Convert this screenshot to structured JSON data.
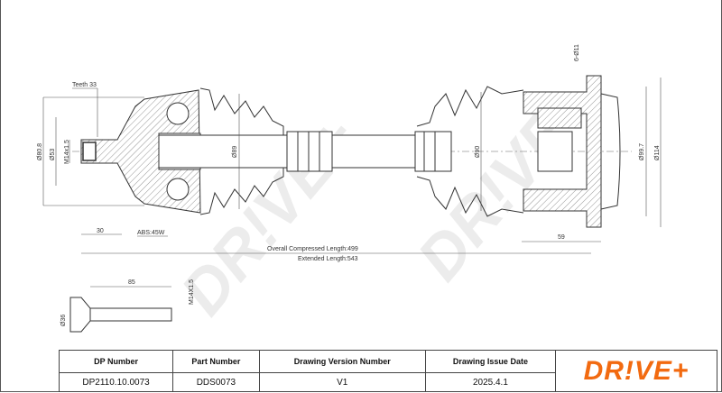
{
  "drawing": {
    "teeth": "Teeth 33",
    "d_outer_left": "Ø80.8",
    "d_53": "Ø53",
    "thread_left": "M14x1.5",
    "d_89": "Ø89",
    "dim_30": "30",
    "abs": "ABS:45W",
    "overall_length": "Overall Compressed Length:499",
    "extended_length": "Extended Length:543",
    "d_90": "Ø90",
    "d_99_7": "Ø99.7",
    "d_114": "Ø114",
    "bolt_holes": "6-Ø11",
    "dim_59": "59",
    "bolt_length": "85",
    "bolt_d": "Ø36",
    "bolt_thread": "M14X1.5"
  },
  "table": {
    "headers": [
      "DP Number",
      "Part Number",
      "Drawing Version Number",
      "Drawing Issue Date"
    ],
    "values": [
      "DP2110.10.0073",
      "DDS0073",
      "V1",
      "2025.4.1"
    ]
  },
  "logo": "DR!VE+",
  "colors": {
    "brand": "#f26a10"
  }
}
